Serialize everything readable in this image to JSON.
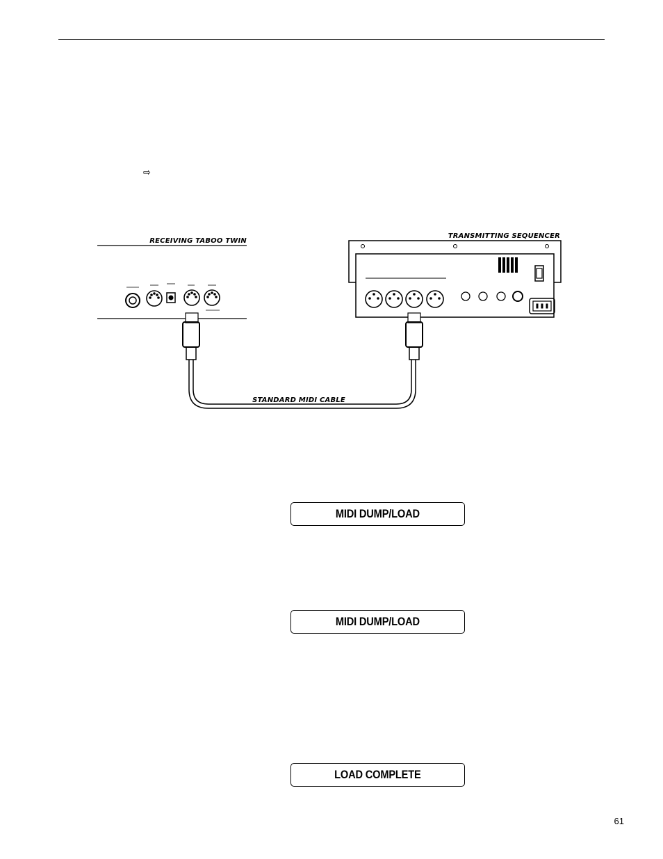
{
  "diagram": {
    "receiving_label": "RECEIVING TABOO TWIN",
    "transmitting_label": "TRANSMITTING SEQUENCER",
    "cable_label": "STANDARD MIDI CABLE"
  },
  "icons": {
    "note_arrow": "right-arrow-outline-icon"
  },
  "displays": [
    {
      "text": "MIDI DUMP/LOAD"
    },
    {
      "text": "MIDI DUMP/LOAD"
    },
    {
      "text": "LOAD COMPLETE"
    }
  ],
  "page_number": "61"
}
